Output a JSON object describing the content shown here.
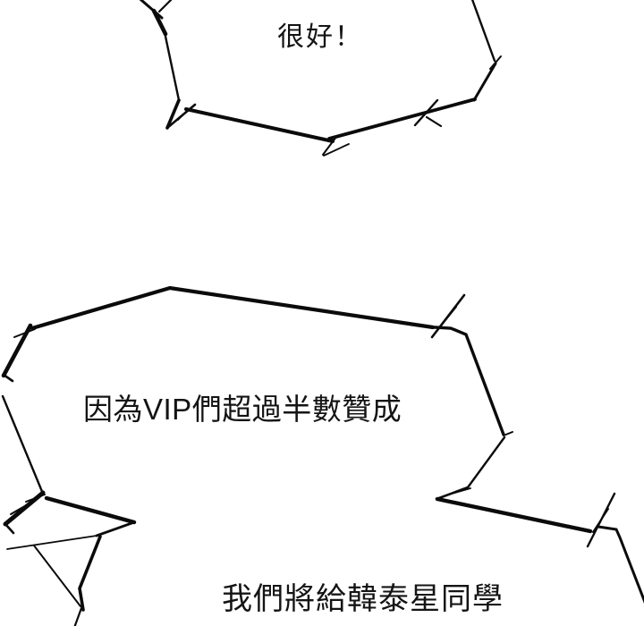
{
  "panel": {
    "background_color": "#ffffff",
    "ink_color": "#0b0b0b",
    "description": "comic-panel-with-three-jagged-speech-bubbles"
  },
  "bubbles": [
    {
      "name": "top-shout-bubble",
      "text": "很好！"
    },
    {
      "name": "middle-shout-bubble",
      "text": "因為VIP們超過半數贊成"
    },
    {
      "name": "bottom-shout-bubble",
      "text": "我們將給韓泰星同學"
    }
  ]
}
